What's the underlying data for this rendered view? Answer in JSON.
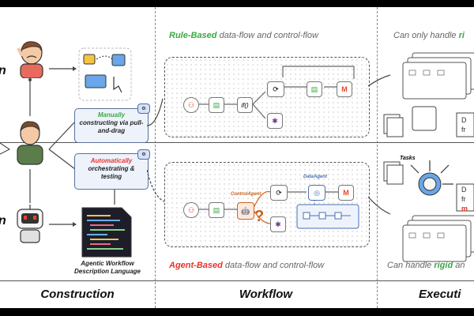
{
  "sections": {
    "construction": "Construction",
    "workflow": "Workflow",
    "execution": "Executi"
  },
  "left": {
    "top_char": "n",
    "bottom_char": "n",
    "manual_word": "Manually",
    "manual_rest": "constructing via pull-and-drag",
    "auto_word": "Automatically",
    "auto_rest": "orchestrating & testing",
    "lang_label": "Agentic Workflow Description Language"
  },
  "workflow": {
    "rule_word": "Rule-Based",
    "rule_rest": " data-flow and control-flow",
    "agent_word": "Agent-Based",
    "agent_rest": " data-flow and control-flow",
    "if_label": "if()",
    "control_agent": "ControlAgent",
    "data_agent": "DataAgent",
    "question": "?"
  },
  "execution": {
    "top_prefix": "Can only handle ",
    "top_word": "ri",
    "bottom_prefix": "Can handle ",
    "bottom_word": "rigid",
    "bottom_suffix": " an",
    "tasks_label": "Tasks",
    "bubble1_a": "D",
    "bubble1_b": "fr",
    "bubble2_a": "D",
    "bubble2_b": "fr",
    "bubble2_c": "m"
  },
  "colors": {
    "green": "#3aa845",
    "red": "#e8332a",
    "orange": "#c8641e",
    "blue": "#4a6fb5",
    "gray_text": "#666666"
  }
}
